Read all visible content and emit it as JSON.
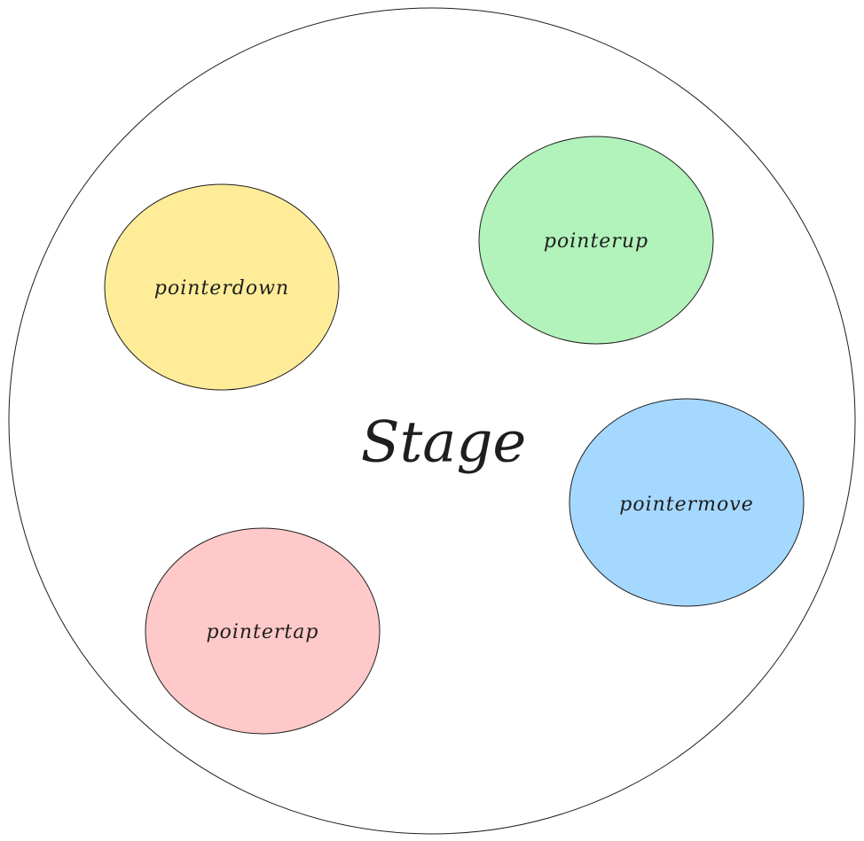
{
  "stage": {
    "label": "Stage"
  },
  "events": [
    {
      "label": "pointerdown",
      "color": "#ffec99"
    },
    {
      "label": "pointerup",
      "color": "#b2f2bb"
    },
    {
      "label": "pointermove",
      "color": "#a5d8ff"
    },
    {
      "label": "pointertap",
      "color": "#ffc9c9"
    }
  ]
}
